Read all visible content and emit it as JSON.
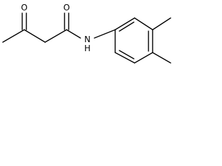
{
  "molecule": {
    "atoms": {
      "ketone_oxygen": "O",
      "amide_oxygen": "O",
      "amide_nitrogen": "N",
      "amide_hydrogen": "H"
    }
  }
}
